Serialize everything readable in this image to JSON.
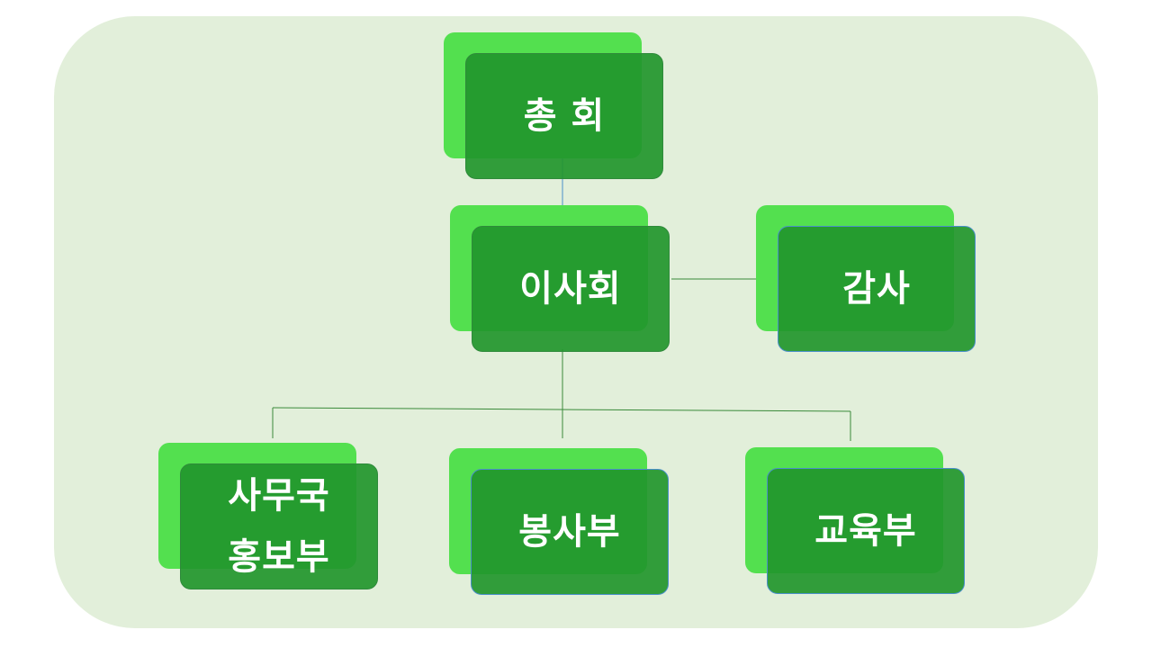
{
  "org_chart": {
    "nodes": {
      "general_assembly": "총 회",
      "board": "이사회",
      "audit": "감사",
      "office_pr": "사무국\n홍보부",
      "volunteer": "봉사부",
      "education": "교육부"
    },
    "colors": {
      "panel_background": "#e2efda",
      "box_back": "#53e04f",
      "box_front": "#22962c",
      "connector": "#3a8a3a",
      "text": "#ffffff"
    }
  }
}
